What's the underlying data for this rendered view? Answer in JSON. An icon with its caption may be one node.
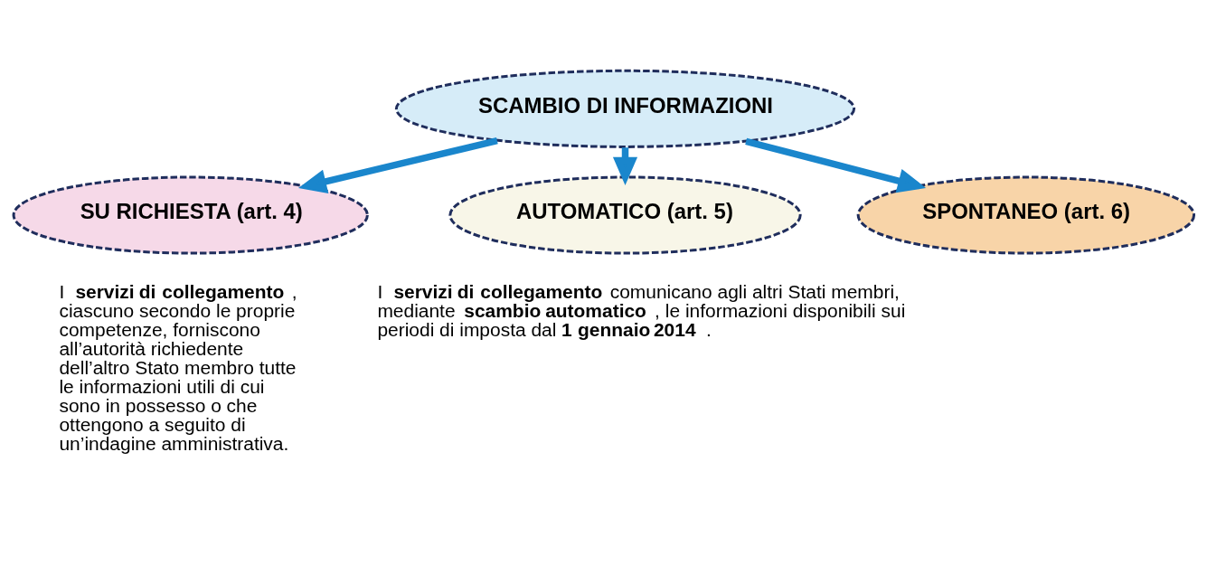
{
  "diagram": {
    "nodes": [
      {
        "text": [
          "SCAMBIO DI INFORMAZIONI"
        ]
      },
      {
        "text": [
          "SU RICHIESTA (art. 4)"
        ],
        "beside": [
          "I **servizi di collegamento**, ciascuno secondo le proprie competenze, forniscono all’autorità richiedente dell’altro Stato membro tutte le informazioni utili di cui sono in possesso o che ottengono a seguito di un’indagine amministrativa."
        ]
      },
      {
        "text": [
          "AUTOMATICO (art. 5)"
        ],
        "beside": [
          "I **servizi di collegamento** comunicano agli altri Stati membri, mediante **scambio automatico**, le informazioni disponibili sui periodi di imposta dal **1 gennaio 2014**."
        ]
      },
      {
        "text": [
          "SPONTANEO (art. 6)"
        ]
      }
    ],
    "edges": [
      {
        "from": 0,
        "to": 1,
        "arrow": "to"
      },
      {
        "from": 0,
        "to": 2,
        "arrow": "to"
      },
      {
        "from": 0,
        "to": 3,
        "arrow": "to"
      }
    ]
  }
}
